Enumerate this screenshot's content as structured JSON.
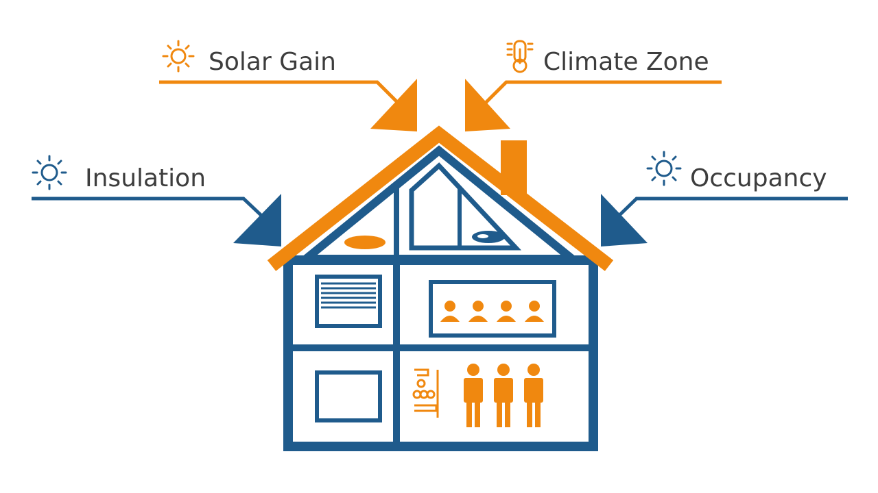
{
  "colors": {
    "primary": "#1f5b8c",
    "accent": "#f0880f",
    "text": "#3d3d3d",
    "background": "#ffffff"
  },
  "factors": [
    {
      "label": "Solar Gain",
      "icon": "sun-icon",
      "color": "accent",
      "arrow_direction": "down-right"
    },
    {
      "label": "Climate Zone",
      "icon": "thermometer-icon",
      "color": "accent",
      "arrow_direction": "down-left"
    },
    {
      "label": "Insulation",
      "icon": "sun-icon",
      "color": "primary",
      "arrow_direction": "down-right"
    },
    {
      "label": "Occupancy",
      "icon": "sun-icon",
      "color": "primary",
      "arrow_direction": "down-left"
    }
  ],
  "house": {
    "icons": [
      "window-blinds-icon",
      "window-icon",
      "people-icon",
      "people-icon",
      "radiator-icon"
    ],
    "occupants_upper": 4,
    "occupants_lower": 3
  }
}
